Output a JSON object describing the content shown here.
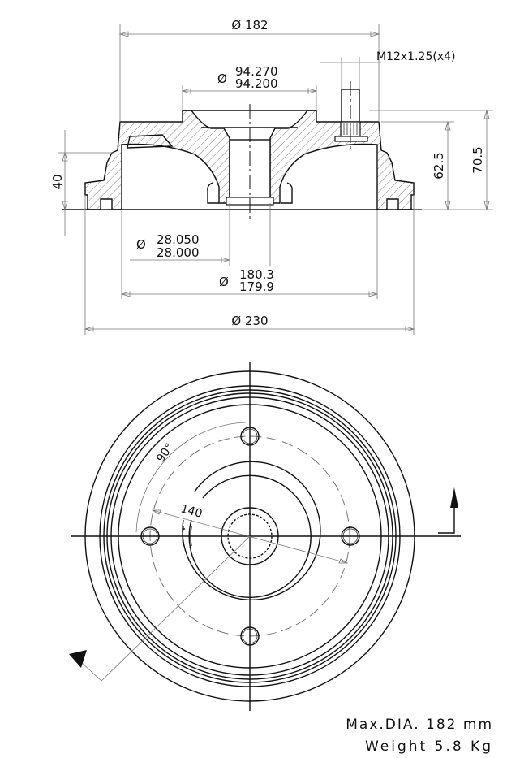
{
  "section_view": {
    "dim_outer_top": "Ø 182",
    "dim_thread": "M12x1.25(x4)",
    "dim_hub_upper": "94.270",
    "dim_hub_lower": "94.200",
    "dim_hub_symbol": "Ø",
    "dim_height_62": "62.5",
    "dim_height_70": "70.5",
    "dim_height_40": "40",
    "dim_bore_symbol": "Ø",
    "dim_bore_upper": "28.050",
    "dim_bore_lower": "28.000",
    "dim_inner_symbol": "Ø",
    "dim_inner_upper": "180.3",
    "dim_inner_lower": "179.9",
    "dim_overall": "Ø 230"
  },
  "plan_view": {
    "angle": "90°",
    "pcd": "140"
  },
  "specs": {
    "max_dia": "Max.DIA. 182 mm",
    "weight": "Weight 5.8 Kg"
  }
}
